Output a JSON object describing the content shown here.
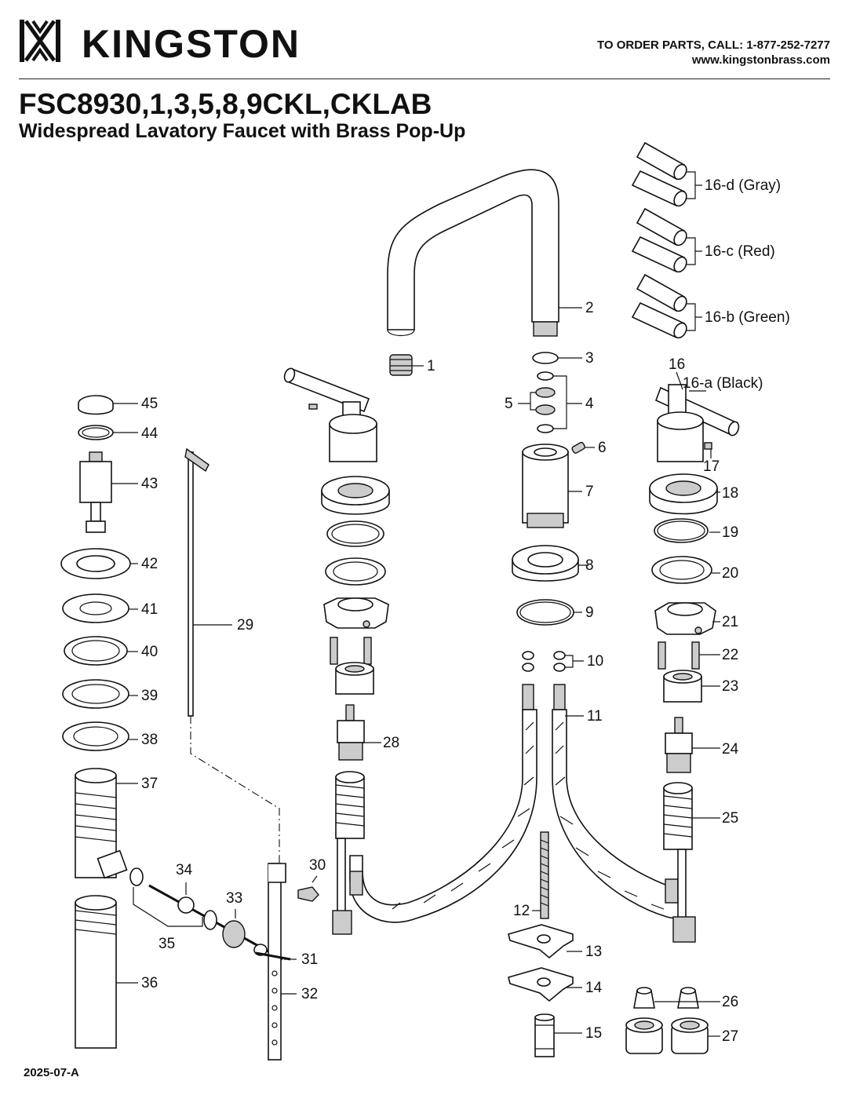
{
  "header": {
    "brand": "KINGSTON",
    "order_line1": "TO ORDER PARTS, CALL: 1-877-252-7277",
    "order_line2": "www.kingstonbrass.com"
  },
  "title": {
    "model": "FSC8930,1,3,5,8,9CKL,CKLAB",
    "subtitle": "Widespread Lavatory Faucet with Brass Pop-Up"
  },
  "footer": {
    "doc_code": "2025-07-A"
  },
  "callouts": {
    "c1": "1",
    "c2": "2",
    "c3": "3",
    "c4": "4",
    "c5": "5",
    "c6": "6",
    "c7": "7",
    "c8": "8",
    "c9": "9",
    "c10": "10",
    "c11": "11",
    "c12": "12",
    "c13": "13",
    "c14": "14",
    "c15": "15",
    "c16": "16",
    "c16a": "16-a (Black)",
    "c16b": "16-b (Green)",
    "c16c": "16-c (Red)",
    "c16d": "16-d (Gray)",
    "c17": "17",
    "c18": "18",
    "c19": "19",
    "c20": "20",
    "c21": "21",
    "c22": "22",
    "c23": "23",
    "c24": "24",
    "c25": "25",
    "c26": "26",
    "c27": "27",
    "c28": "28",
    "c29": "29",
    "c30": "30",
    "c31": "31",
    "c32": "32",
    "c33": "33",
    "c34": "34",
    "c35": "35",
    "c36": "36",
    "c37": "37",
    "c38": "38",
    "c39": "39",
    "c40": "40",
    "c41": "41",
    "c42": "42",
    "c43": "43",
    "c44": "44",
    "c45": "45"
  }
}
